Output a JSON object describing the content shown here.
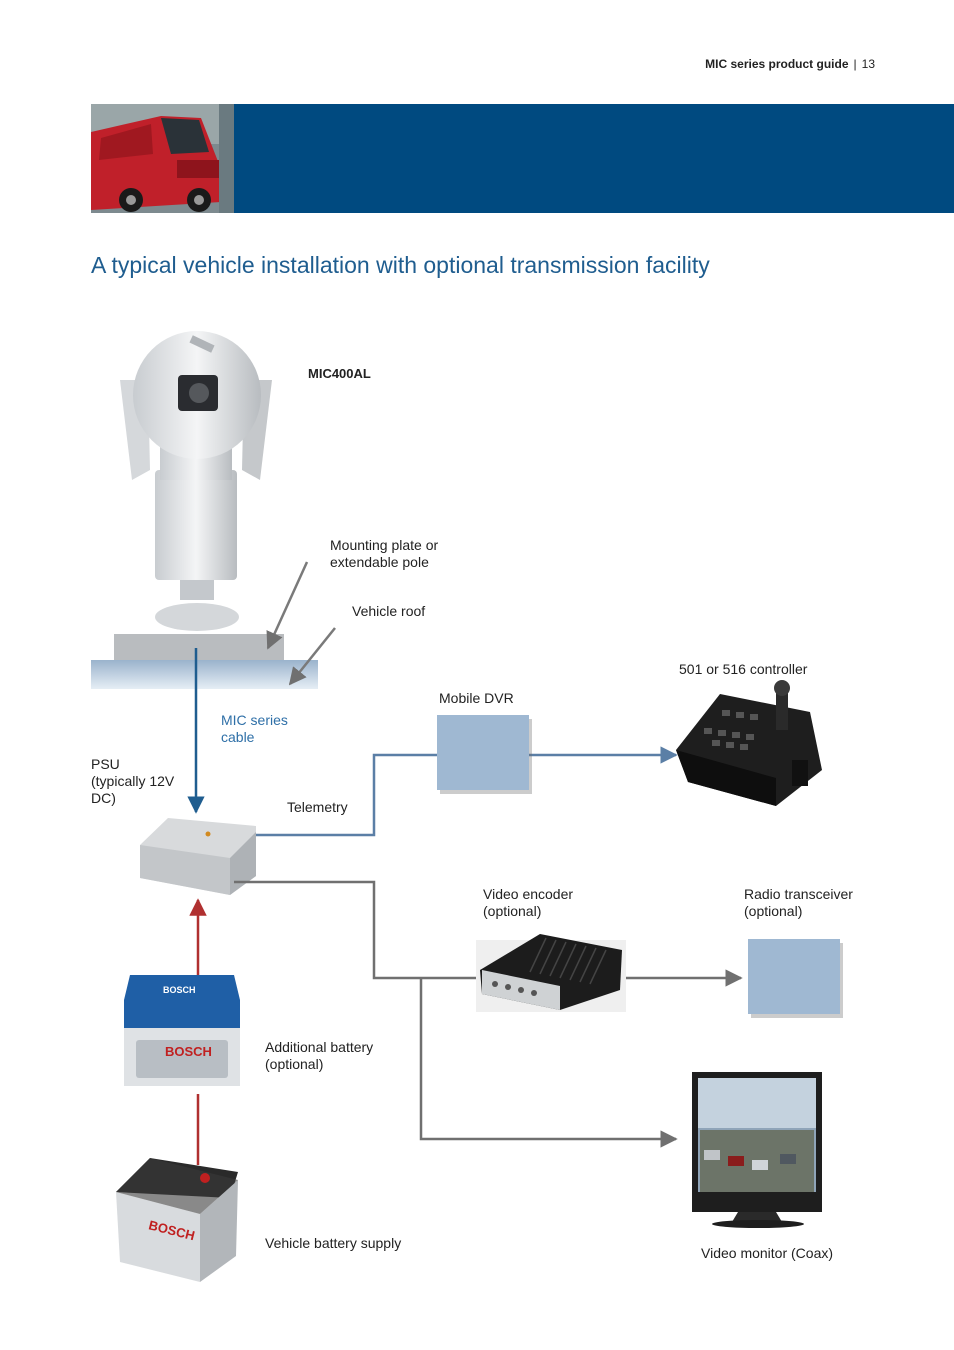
{
  "header": {
    "product_guide": "MIC series product guide",
    "separator": "|",
    "page_number": "13"
  },
  "title": "A typical vehicle installation with optional transmission facility",
  "labels": {
    "camera_model": "MIC400AL",
    "mounting": "Mounting plate or\nextendable pole",
    "roof": "Vehicle roof",
    "cable": "MIC series\ncable",
    "psu": "PSU\n(typically 12V\nDC)",
    "telemetry": "Telemetry",
    "dvr": "Mobile DVR",
    "controller": "501 or 516 controller",
    "encoder": "Video encoder\n(optional)",
    "radio": "Radio transceiver\n(optional)",
    "add_battery": "Additional battery\n(optional)",
    "veh_battery": "Vehicle battery supply",
    "monitor": "Video monitor (Coax)"
  },
  "battery_brand": "BOSCH",
  "colors": {
    "banner": "#004a80",
    "title": "#1f5d8f",
    "cable_arrow": "#1f5d8f",
    "power_line": "#b03030",
    "signal_line": "#5b7fa6",
    "video_line": "#707070",
    "box_fill": "#9fb8d2"
  }
}
